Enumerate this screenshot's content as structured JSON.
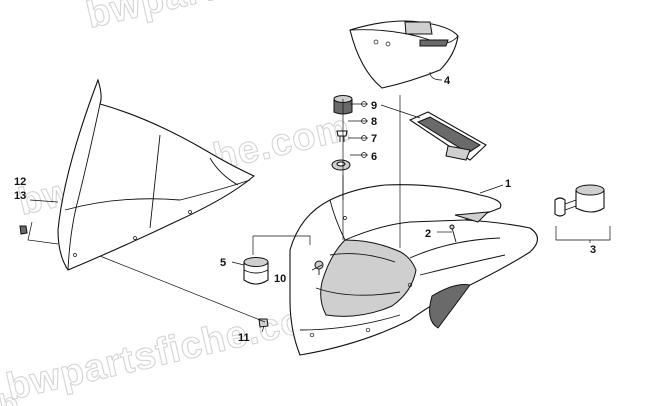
{
  "watermark": {
    "text_upper": "bwpartsfiche.com",
    "text_lower": "bwpartsfiche.com",
    "text_corner": "b"
  },
  "callouts": [
    {
      "id": "1",
      "label": "1"
    },
    {
      "id": "2",
      "label": "2"
    },
    {
      "id": "3",
      "label": "3"
    },
    {
      "id": "4",
      "label": "4"
    },
    {
      "id": "5",
      "label": "5"
    },
    {
      "id": "6",
      "label": "6"
    },
    {
      "id": "7",
      "label": "7"
    },
    {
      "id": "8",
      "label": "8"
    },
    {
      "id": "9",
      "label": "9"
    },
    {
      "id": "10",
      "label": "10"
    },
    {
      "id": "11",
      "label": "11"
    },
    {
      "id": "12",
      "label": "12"
    },
    {
      "id": "13",
      "label": "13"
    }
  ]
}
